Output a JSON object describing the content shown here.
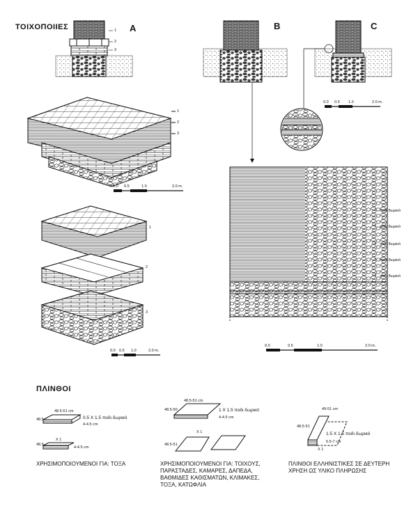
{
  "title": "ΤΟΙΧΟΠΟΙΙΕΣ",
  "panels": [
    "A",
    "B",
    "C"
  ],
  "layer_numbers": [
    "1",
    "2",
    "3"
  ],
  "scale_labels": [
    "0.0",
    "0.5",
    "1.0",
    "2.0 m."
  ],
  "foot_label": "ποδι δωρικό",
  "foot_symbol": "L",
  "bricks_title": "ΠΛΙΝΘΟΙ",
  "brick_dims": {
    "b1_len": "48.5-51 cm",
    "b1_wid": "48.5",
    "b1_foot": "0.5 X 1.5 ποδι δωρικό",
    "b1_th": "4-4.5 cm",
    "b1s_len": "X 1",
    "b1s_wid": "48.5",
    "b1s_th": "4-4.5 cm",
    "b2_len": "48.5-51 cm",
    "b2_wid": "48.5-50",
    "b2_foot": "1 X 1.5 ποδι δωρικό",
    "b2_th": "4-4.5 cm",
    "b2s_len": "X 1",
    "b2s_wid": "48.5-51",
    "b3_len": "49-51 cm",
    "b3_wid": "48.5-51",
    "b3_foot": "1.5 X 1.5 ποδι δωρικό",
    "b3_th": "6.5-7 cm",
    "b3_x": "X 1"
  },
  "captions": {
    "c1": "ΧΡΗΣΙΜΟΠΟΙΟΥΜΕΝΟΙ ΓΙΑ: ΤΟΞΑ",
    "c2": "ΧΡΗΣΙΜΟΠΟΙΟΥΜΕΝΟΙ ΓΙΑ: ΤΟΙΧΟΥΣ, ΠΑΡΑΣΤΑΔΕΣ, ΚΑΜΑΡΕΣ, ΔΑΠΕΔΑ, ΒΑΘΜΙΔΕΣ ΚΑΘΙΣΜΑΤΩΝ, ΚΛΙΜΑΚΕΣ, ΤΟΞΑ, ΚΑΤΩΦΛΙΑ",
    "c3": "ΠΛΙΝΘΟΙ ΕΛΛΗΝΙΣΤΙΚΕΣ ΣΕ ΔΕΥΤΕΡΗ ΧΡΗΣΗ ΩΣ ΥΛΙΚΟ ΠΛΗΡΩΣΗΣ"
  }
}
